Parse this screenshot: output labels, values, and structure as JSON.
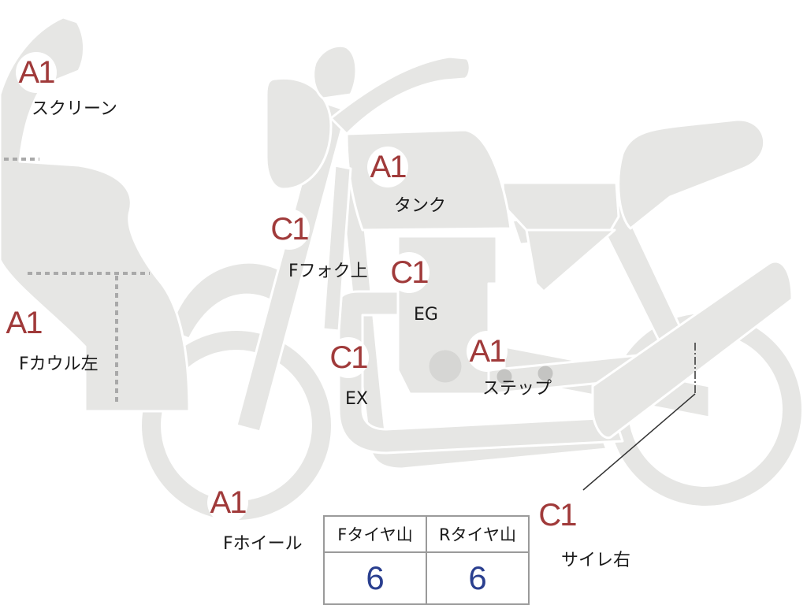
{
  "parts": [
    {
      "id": "screen",
      "grade": "A1",
      "label": "スクリーン"
    },
    {
      "id": "tank",
      "grade": "A1",
      "label": "タンク"
    },
    {
      "id": "front-fork-upper",
      "grade": "C1",
      "label": "Fフォク上"
    },
    {
      "id": "engine",
      "grade": "C1",
      "label": "EG"
    },
    {
      "id": "front-cowl-left",
      "grade": "A1",
      "label": "Fカウル左"
    },
    {
      "id": "exhaust",
      "grade": "C1",
      "label": "EX"
    },
    {
      "id": "step",
      "grade": "A1",
      "label": "ステップ"
    },
    {
      "id": "front-wheel",
      "grade": "A1",
      "label": "Fホイール"
    },
    {
      "id": "silencer-right",
      "grade": "C1",
      "label": "サイレ右"
    }
  ],
  "tire_table": {
    "headers": [
      "Fタイヤ山",
      "Rタイヤ山"
    ],
    "values": [
      "6",
      "6"
    ]
  },
  "colors": {
    "body_fill": "#e6e6e4",
    "body_stroke": "#ffffff",
    "grade_text": "#a03a3a",
    "value_text": "#2a3f8f",
    "dotted_line": "#a9a9a9"
  }
}
